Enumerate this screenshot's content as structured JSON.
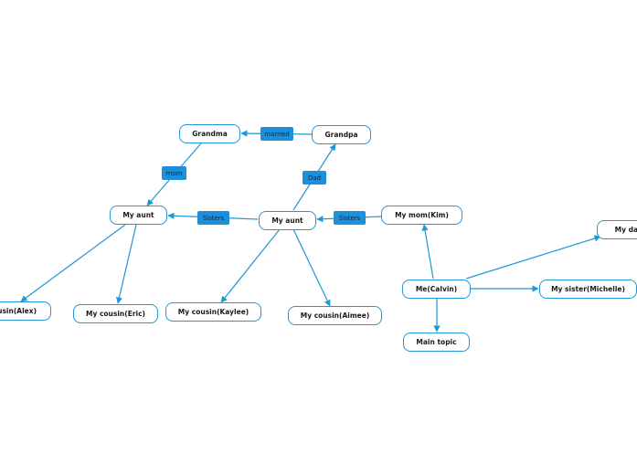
{
  "colors": {
    "accent": "#2196d8",
    "label_fill": "#1e8fdb",
    "background": "#ffffff"
  },
  "nodes": {
    "grandma": "Grandma",
    "grandpa": "Grandpa",
    "aunt_left": "My aunt",
    "aunt_center": "My aunt",
    "mom": "My mom(Kim)",
    "me": "Me(Calvin)",
    "dad": "My dad",
    "sister": "My sister(Michelle)",
    "main_topic": "Main topic",
    "cousin_alex": "My cousin(Alex)",
    "cousin_eric": "My cousin(Eric)",
    "cousin_kaylee": "My cousin(Kaylee)",
    "cousin_aimee": "My cousin(Aimee)"
  },
  "edge_labels": {
    "married": "married",
    "mom": "mom",
    "dad": "Dad",
    "sisters_left": "Sisters",
    "sisters_right": "Sisters"
  }
}
